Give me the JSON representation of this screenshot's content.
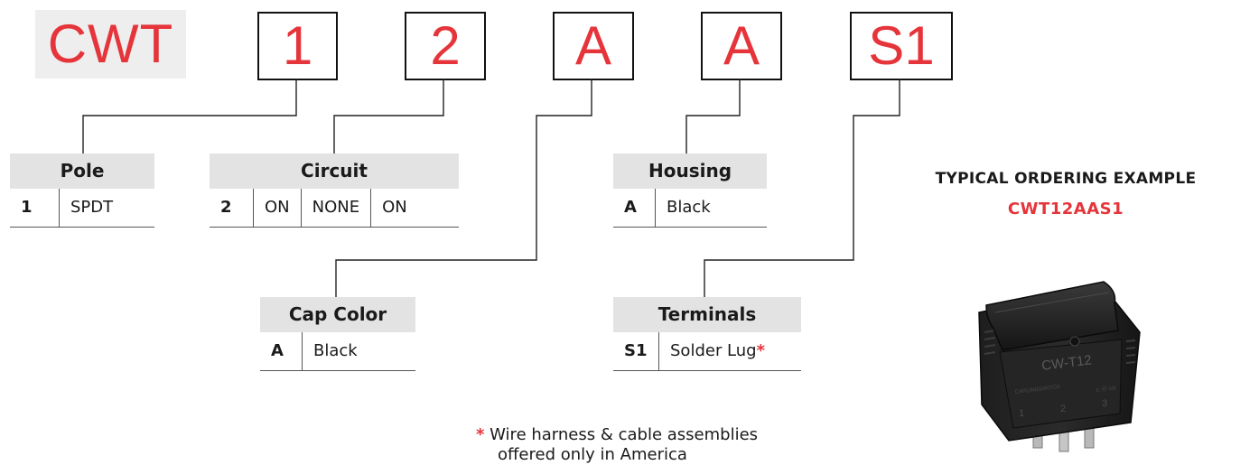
{
  "part_number": {
    "prefix": "CWT",
    "codes": [
      "1",
      "2",
      "A",
      "A",
      "S1"
    ]
  },
  "options": {
    "pole": {
      "title": "Pole",
      "rows": [
        [
          "1",
          "SPDT"
        ]
      ]
    },
    "circuit": {
      "title": "Circuit",
      "rows": [
        [
          "2",
          "ON",
          "NONE",
          "ON"
        ]
      ]
    },
    "cap_color": {
      "title": "Cap Color",
      "rows": [
        [
          "A",
          "Black"
        ]
      ]
    },
    "housing": {
      "title": "Housing",
      "rows": [
        [
          "A",
          "Black"
        ]
      ]
    },
    "terminals": {
      "title": "Terminals",
      "rows": [
        [
          "S1",
          "Solder Lug"
        ]
      ],
      "marker": "*"
    }
  },
  "example": {
    "title": "TYPICAL ORDERING EXAMPLE",
    "code": "CWT12AAS1"
  },
  "product_image": {
    "marking": "CW-T12",
    "terminal_numbers": [
      "1",
      "2",
      "3"
    ]
  },
  "footnote": {
    "marker": "*",
    "line1": "Wire harness & cable assemblies",
    "line2": "offered only in America"
  },
  "colors": {
    "accent": "#e5343a",
    "header_bg": "#e3e3e3",
    "prefix_bg": "#eeeeee"
  }
}
